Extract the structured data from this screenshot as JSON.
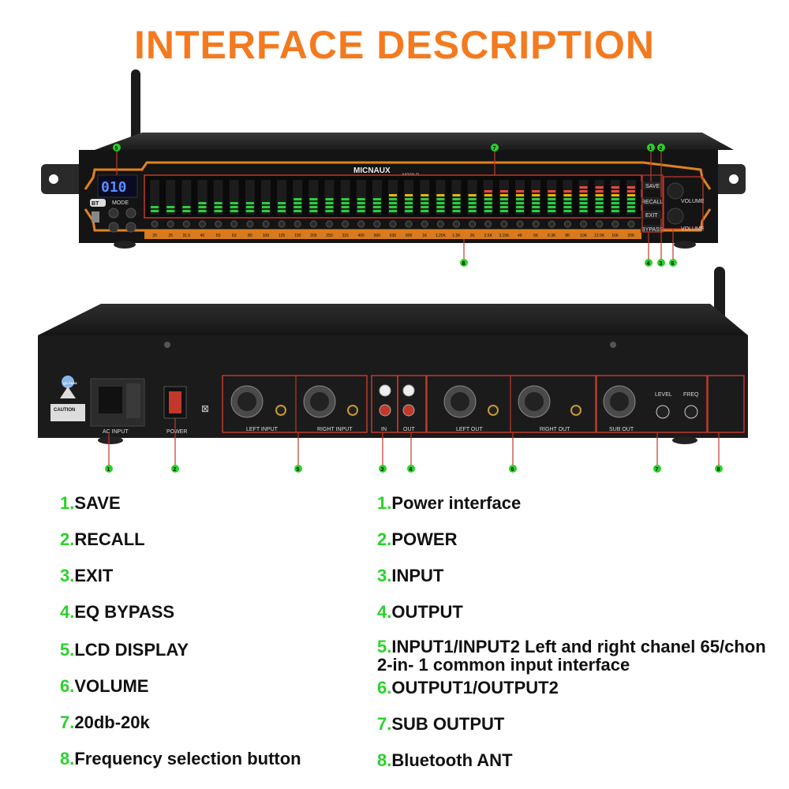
{
  "title": "INTERFACE DESCRIPTION",
  "front": {
    "brand": "MICNAUX",
    "model": "M208-P",
    "display": "010",
    "bt_label": "BT",
    "mode_label": "MODE",
    "buttons": [
      "SAVE",
      "RECALL",
      "EXIT",
      "BYPASS"
    ],
    "volume_labels": [
      "VOLUME",
      "VOLUME"
    ],
    "frequencies": [
      "20",
      "25",
      "31.5",
      "40",
      "50",
      "63",
      "80",
      "100",
      "125",
      "150",
      "200",
      "250",
      "315",
      "400",
      "500",
      "630",
      "800",
      "1K",
      "1.25K",
      "1.5K",
      "2K",
      "2.5K",
      "3.15K",
      "4K",
      "5K",
      "6.3K",
      "8K",
      "10K",
      "12.5K",
      "16K",
      "20K"
    ],
    "markers": [
      "5",
      "7",
      "1",
      "2",
      "8",
      "4",
      "3",
      "6"
    ]
  },
  "rear": {
    "ac_input": "AC INPUT",
    "power": "POWER",
    "left_input": "LEFT INPUT",
    "right_input": "RIGHT INPUT",
    "in": "IN",
    "out": "OUT",
    "left_out": "LEFT OUT",
    "right_out": "RIGHT OUT",
    "sub_out": "SUB OUT",
    "level": "LEVEL",
    "freq": "FREQ",
    "qc": "QC PASS",
    "caution": "CAUTION",
    "markers": [
      "1",
      "2",
      "5",
      "3",
      "4",
      "6",
      "7",
      "8"
    ]
  },
  "legend_left": [
    {
      "num": "1.",
      "text": "SAVE"
    },
    {
      "num": "2.",
      "text": "RECALL"
    },
    {
      "num": "3.",
      "text": "EXIT"
    },
    {
      "num": "4.",
      "text": "EQ BYPASS"
    },
    {
      "num": "5.",
      "text": "LCD DISPLAY"
    },
    {
      "num": "6.",
      "text": "VOLUME"
    },
    {
      "num": "7.",
      "text": "20db-20k"
    },
    {
      "num": "8.",
      "text": "Frequency selection button"
    }
  ],
  "legend_right": [
    {
      "num": "1.",
      "text": "Power interface"
    },
    {
      "num": "2.",
      "text": "POWER"
    },
    {
      "num": "3.",
      "text": "INPUT"
    },
    {
      "num": "4.",
      "text": "OUTPUT"
    },
    {
      "num": "5.",
      "text": "INPUT1/INPUT2 Left and right chanel 65/chon 2-in- 1 common input interface"
    },
    {
      "num": "6.",
      "text": "OUTPUT1/OUTPUT2"
    },
    {
      "num": "7.",
      "text": "SUB OUTPUT"
    },
    {
      "num": "8.",
      "text": "Bluetooth ANT"
    }
  ]
}
